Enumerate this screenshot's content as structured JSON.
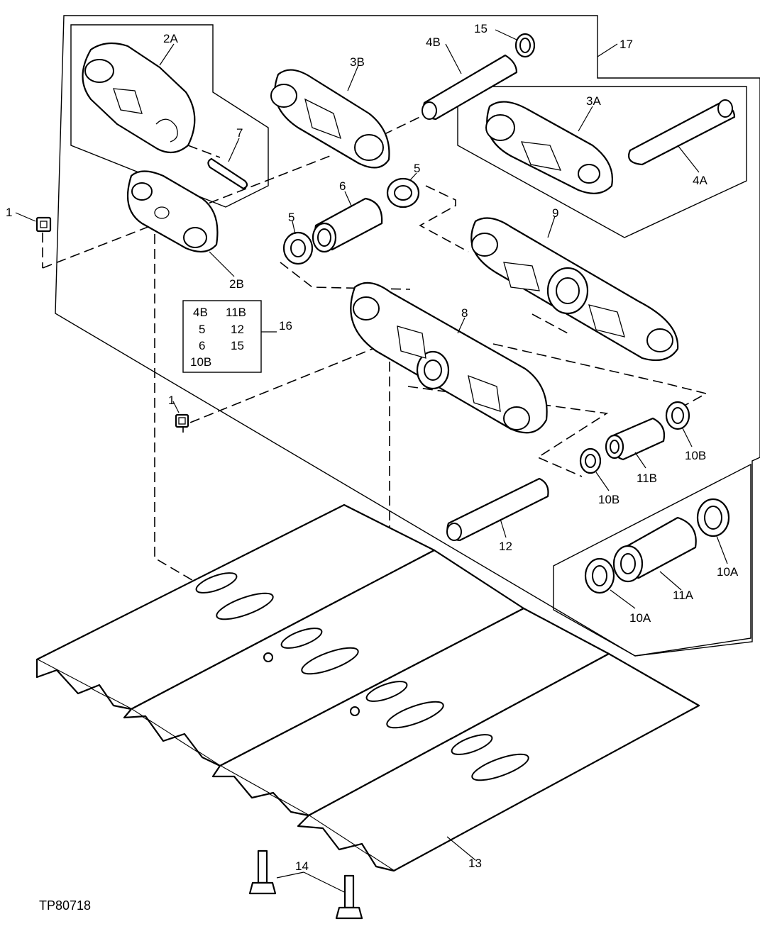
{
  "figure_id": "TP80718",
  "labels": {
    "l1a": "1",
    "l1b": "1",
    "l2A": "2A",
    "l2B": "2B",
    "l3A": "3A",
    "l3B": "3B",
    "l4A": "4A",
    "l4B": "4B",
    "l5a": "5",
    "l5b": "5",
    "l6": "6",
    "l7": "7",
    "l8": "8",
    "l9": "9",
    "l10A1": "10A",
    "l10A2": "10A",
    "l10B1": "10B",
    "l10B2": "10B",
    "l11A": "11A",
    "l11B": "11B",
    "l12": "12",
    "l13": "13",
    "l14": "14",
    "l15": "15",
    "l16": "16",
    "l17": "17"
  },
  "kit_table": {
    "col1": [
      "4B",
      "5",
      "6",
      "10B"
    ],
    "col2": [
      "11B",
      "12",
      "15"
    ]
  }
}
